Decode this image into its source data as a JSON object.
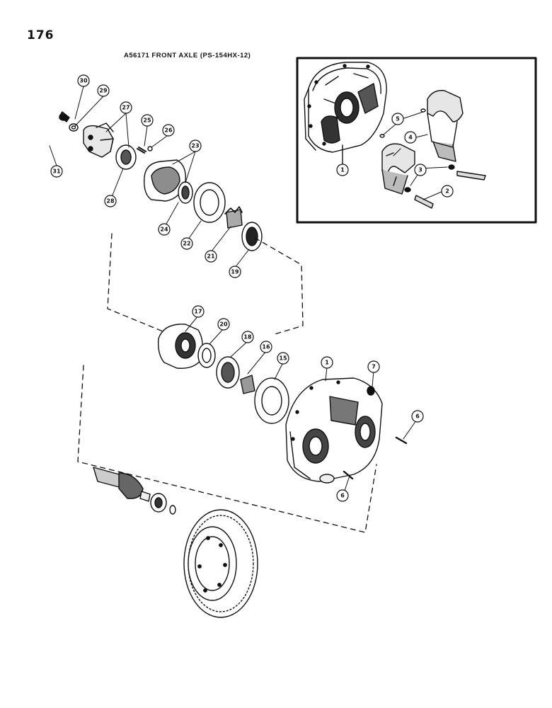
{
  "page": {
    "number": "176",
    "title": "A56171 FRONT AXLE (PS-154HX-12)"
  },
  "callouts": [
    {
      "id": "c30",
      "label": "30"
    },
    {
      "id": "c29",
      "label": "29"
    },
    {
      "id": "c27",
      "label": "27"
    },
    {
      "id": "c25",
      "label": "25"
    },
    {
      "id": "c26",
      "label": "26"
    },
    {
      "id": "c23",
      "label": "23"
    },
    {
      "id": "c31",
      "label": "31"
    },
    {
      "id": "c28",
      "label": "28"
    },
    {
      "id": "c24",
      "label": "24"
    },
    {
      "id": "c22",
      "label": "22"
    },
    {
      "id": "c21",
      "label": "21"
    },
    {
      "id": "c19",
      "label": "19"
    },
    {
      "id": "c17",
      "label": "17"
    },
    {
      "id": "c20",
      "label": "20"
    },
    {
      "id": "c18",
      "label": "18"
    },
    {
      "id": "c16",
      "label": "16"
    },
    {
      "id": "c15",
      "label": "15"
    },
    {
      "id": "c1a",
      "label": "1"
    },
    {
      "id": "c7",
      "label": "7"
    },
    {
      "id": "c6a",
      "label": "6"
    },
    {
      "id": "c6b",
      "label": "6"
    },
    {
      "id": "c5",
      "label": "5"
    },
    {
      "id": "c4",
      "label": "4"
    },
    {
      "id": "c3",
      "label": "3"
    },
    {
      "id": "c2",
      "label": "2"
    },
    {
      "id": "c1b",
      "label": "1"
    }
  ],
  "colors": {
    "ink": "#111111",
    "paper": "#ffffff",
    "shade": "#3a3a3a"
  }
}
